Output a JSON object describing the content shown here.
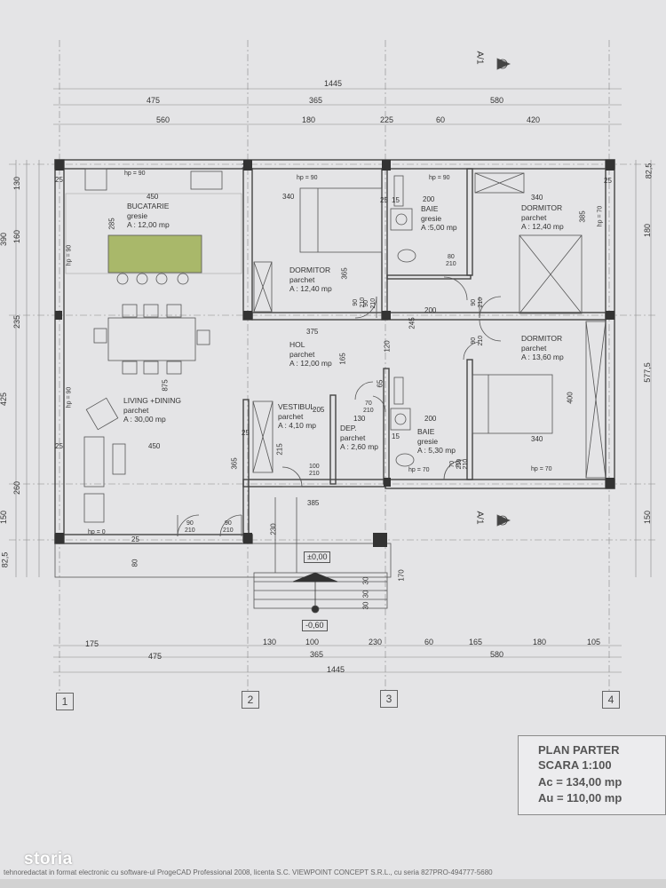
{
  "dims_top": {
    "overall": "1445",
    "row2": [
      "475",
      "365",
      "580"
    ],
    "row3": [
      "560",
      "180",
      "225",
      "60",
      "420"
    ]
  },
  "dims_bottom": {
    "row1": [
      "175",
      "130",
      "100",
      "230",
      "60",
      "165",
      "180",
      "105"
    ],
    "row2": [
      "475",
      "365",
      "580"
    ],
    "overall": "1445"
  },
  "dims_left": [
    "130",
    "160",
    "235",
    "425",
    "260",
    "150",
    "82,5"
  ],
  "dims_left_outer": [
    "390"
  ],
  "dims_right": [
    "82,5",
    "180",
    "577,5",
    "150"
  ],
  "section_marks": [
    "A/1",
    "A/1"
  ],
  "rooms": {
    "bucatarie": {
      "name": "BUCATARIE",
      "floor": "gresie",
      "area": "A : 12,00 mp"
    },
    "living": {
      "name": "LIVING +DINING",
      "floor": "parchet",
      "area": "A : 30,00 mp"
    },
    "dormitor1": {
      "name": "DORMITOR",
      "floor": "parchet",
      "area": "A : 12,40 mp"
    },
    "baie1": {
      "name": "BAIE",
      "floor": "gresie",
      "area": "A :5,00 mp"
    },
    "dormitor2": {
      "name": "DORMITOR",
      "floor": "parchet",
      "area": "A : 12,40 mp"
    },
    "hol": {
      "name": "HOL",
      "floor": "parchet",
      "area": "A : 12,00 mp"
    },
    "dormitor3": {
      "name": "DORMITOR",
      "floor": "parchet",
      "area": "A : 13,60 mp"
    },
    "vestibul": {
      "name": "VESTIBUL",
      "floor": "parchet",
      "area": "A : 4,10 mp"
    },
    "dep": {
      "name": "DEP.",
      "floor": "parchet",
      "area": "A : 2,60 mp"
    },
    "baie2": {
      "name": "BAIE",
      "floor": "gresie",
      "area": "A : 5,30 mp"
    }
  },
  "inner_dims": [
    "450",
    "450",
    "340",
    "340",
    "340",
    "375",
    "200",
    "200",
    "200",
    "365",
    "875",
    "285",
    "245",
    "120",
    "165",
    "205",
    "215",
    "365",
    "400",
    "385",
    "385",
    "385",
    "25",
    "25",
    "25",
    "25",
    "25",
    "25",
    "25",
    "25",
    "15",
    "15",
    "130",
    "70",
    "65",
    "230",
    "170",
    "30",
    "30",
    "30",
    "80",
    "80"
  ],
  "sill_labels": [
    "hp = 90",
    "hp = 90",
    "hp = 90",
    "hp = 90",
    "hp = 70",
    "hp = 70",
    "hp = 70",
    "hp = 0",
    "hp = 90"
  ],
  "door_labels": [
    {
      "w": "80",
      "h": "210"
    },
    {
      "w": "90",
      "h": "210"
    },
    {
      "w": "90",
      "h": "210"
    },
    {
      "w": "90",
      "h": "210"
    },
    {
      "w": "90",
      "h": "210"
    },
    {
      "w": "70",
      "h": "210"
    },
    {
      "w": "70",
      "h": "210"
    },
    {
      "w": "100",
      "h": "210"
    },
    {
      "w": "90",
      "h": "210"
    },
    {
      "w": "90",
      "h": "210"
    },
    {
      "w": "70",
      "h": "210"
    },
    {
      "w": "70",
      "h": "210"
    }
  ],
  "levels": [
    "±0,00",
    "-0,60"
  ],
  "grid_axes": [
    "1",
    "2",
    "3",
    "4"
  ],
  "title_block": {
    "title": "PLAN PARTER",
    "scale": "SCARA 1:100",
    "ac": "Ac = 134,00 mp",
    "au": "Au = 110,00 mp"
  },
  "footer_text": "tehnoredactat in format electronic cu software-ul ProgeCAD Professional 2008, licenta S.C. VIEWPOINT CONCEPT S.R.L., cu seria 827PRO-494777-5680",
  "watermark": "storia",
  "colors": {
    "paper": "#e4e4e6",
    "line": "#555555",
    "island": "#a9b86a"
  }
}
